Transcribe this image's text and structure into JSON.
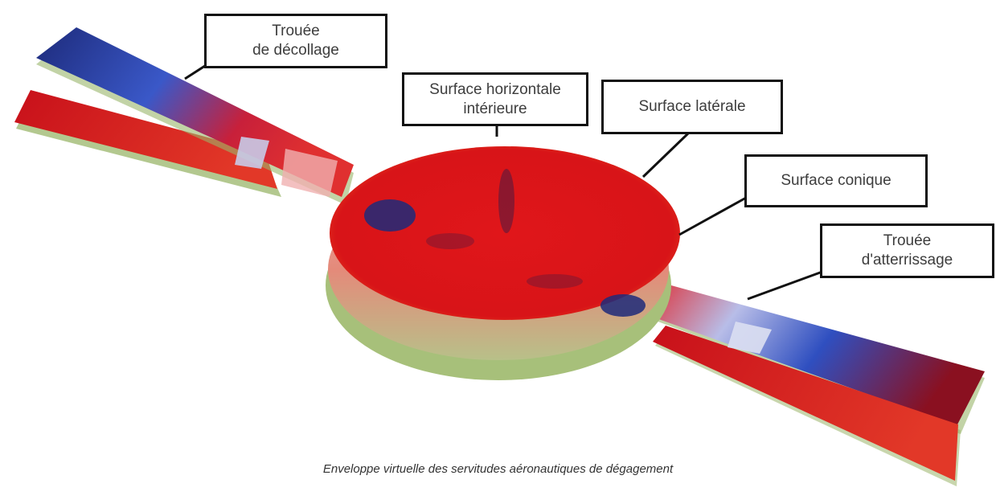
{
  "labels": {
    "takeoff": "Trouée\nde décollage",
    "inner_horizontal": "Surface horizontale\nintérieure",
    "lateral": "Surface latérale",
    "conical": "Surface conique",
    "landing": "Trouée\nd'atterrissage"
  },
  "caption": "Enveloppe virtuelle des servitudes aéronautiques de dégagement",
  "colors": {
    "surface_red": "#d8141c",
    "surface_blue": "#1d2a7a",
    "surface_pink": "#f0a8a8",
    "edge_green": "#9ab56a"
  }
}
